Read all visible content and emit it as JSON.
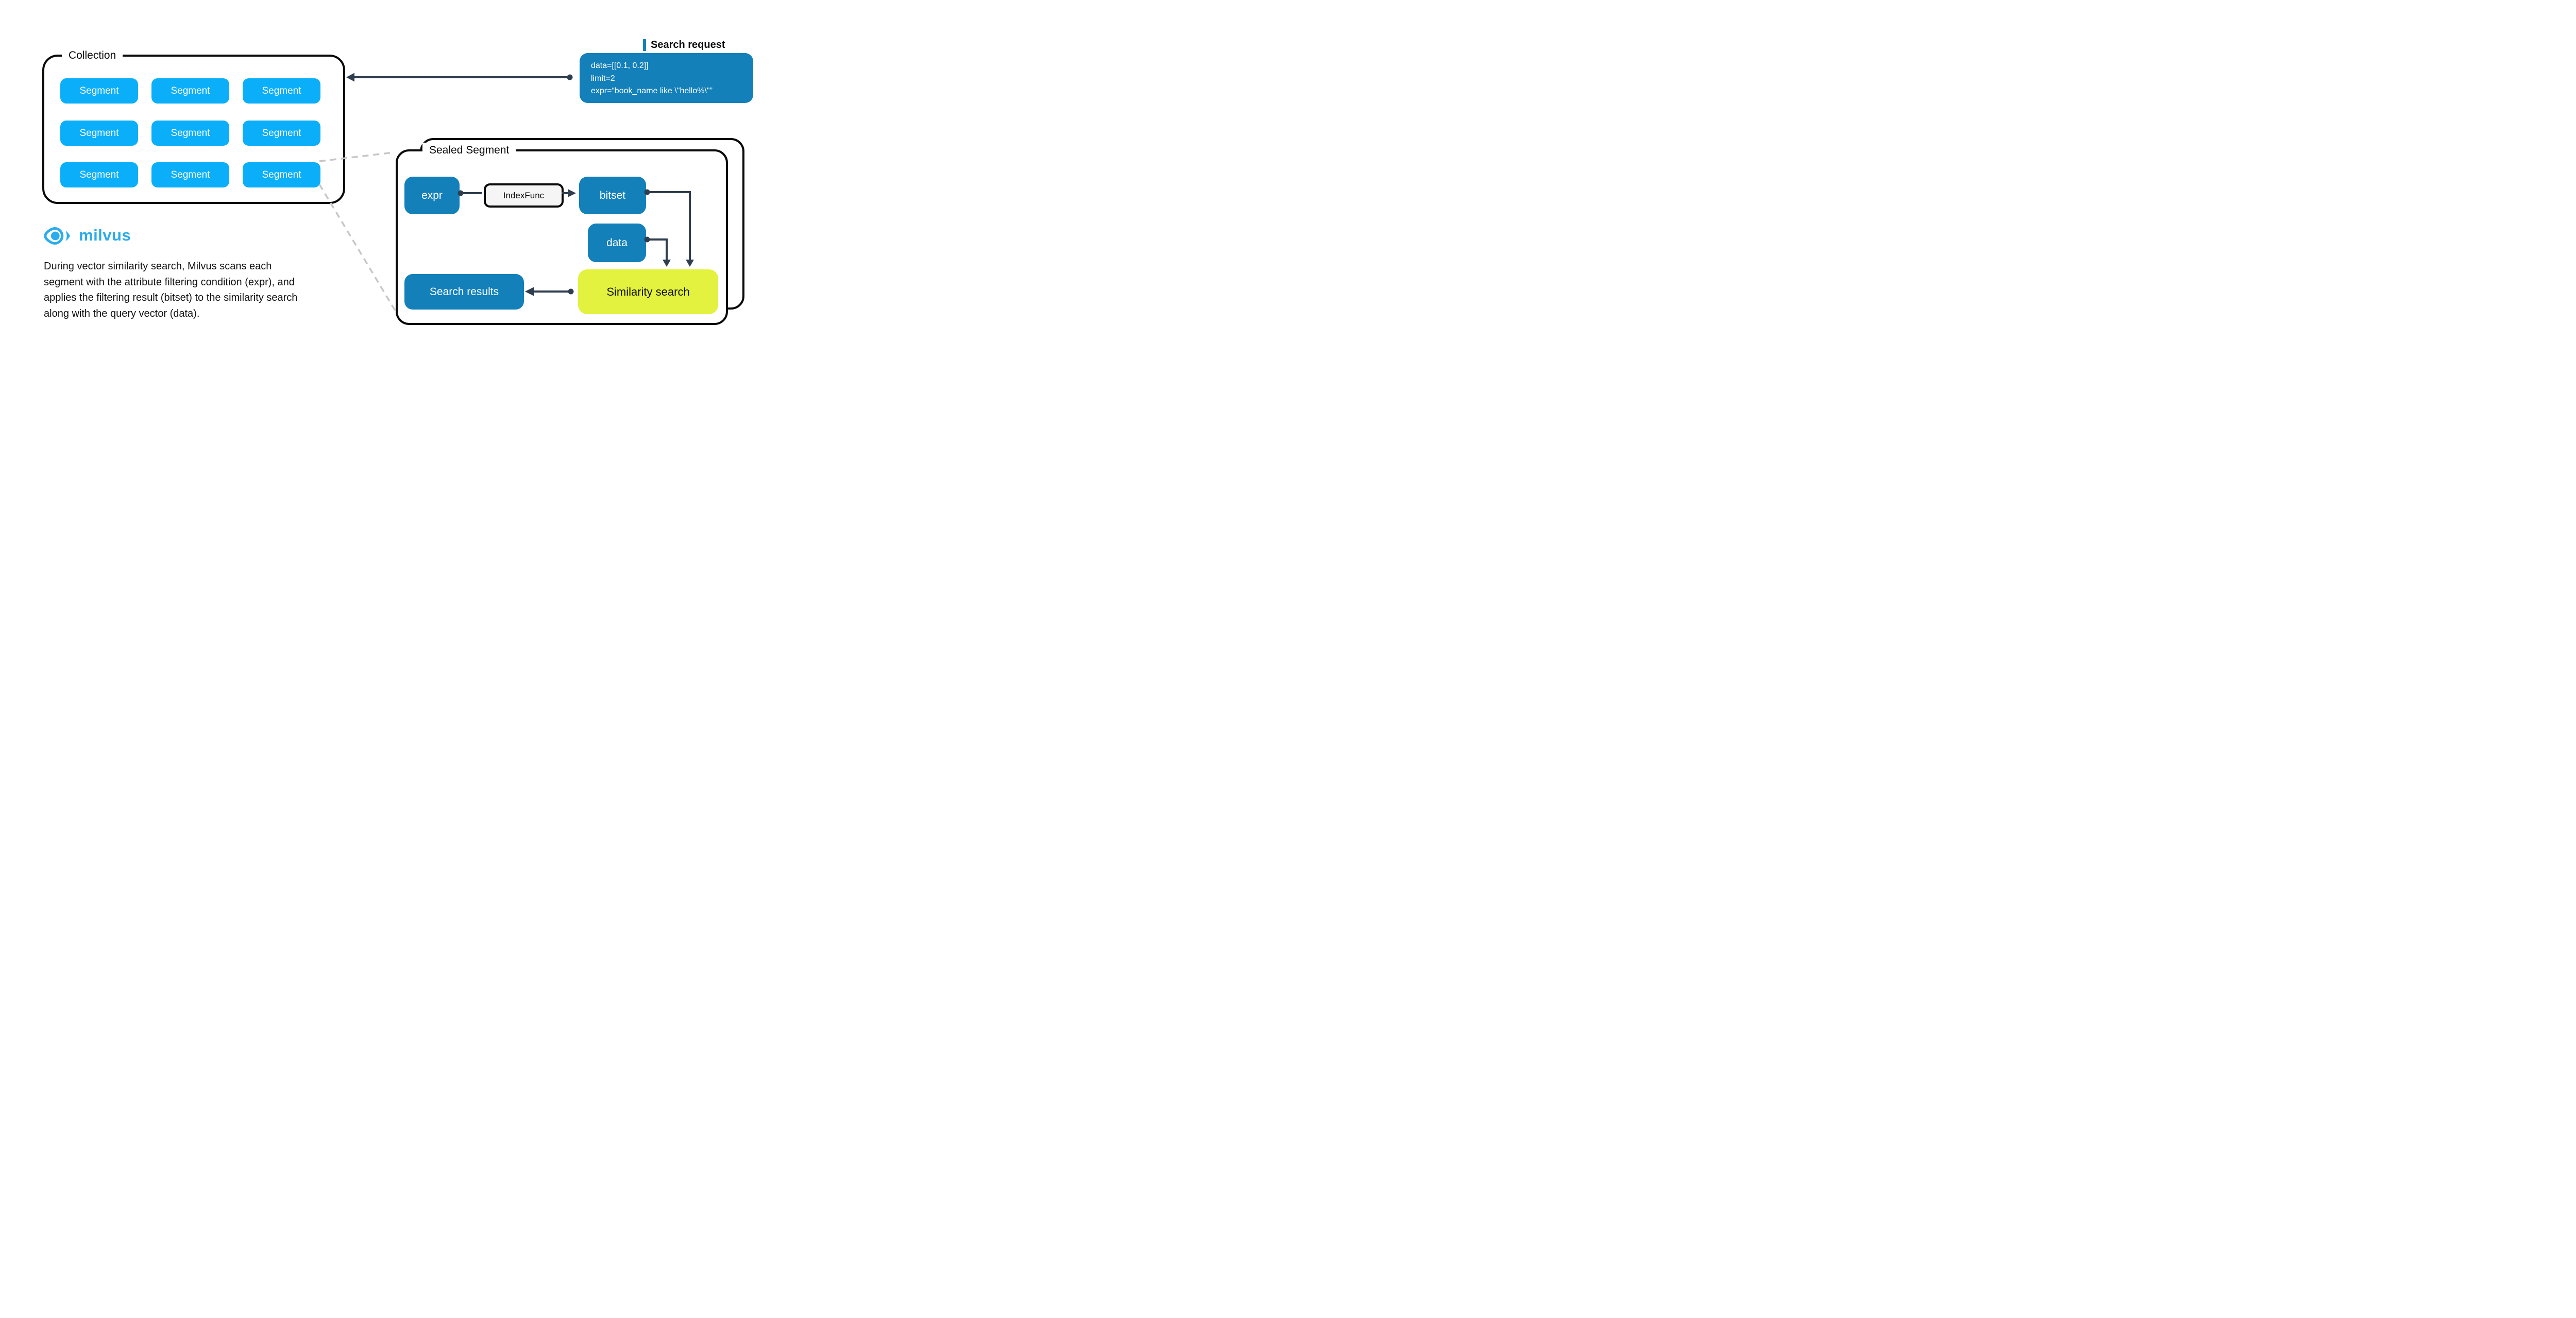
{
  "colors": {
    "ink": "#0a0a0a",
    "segment-cyan": "#0baff9",
    "deep-blue": "#1380ba",
    "chartreuse": "#e2f23e",
    "connector-slate": "#2f3e4f",
    "dashed-gray": "#c7c7c7",
    "logo-blue": "#2bacec",
    "panel-gray": "#f5f5f5",
    "text-ink": "#111111"
  },
  "collection": {
    "label": "Collection",
    "segments": [
      "Segment",
      "Segment",
      "Segment",
      "Segment",
      "Segment",
      "Segment",
      "Segment",
      "Segment",
      "Segment"
    ]
  },
  "search_request": {
    "label": "Search request",
    "code_lines": [
      "data=[[0.1, 0.2]]",
      "limit=2",
      "expr=“book_name like \\\"hello%\\\"”"
    ]
  },
  "sealed_segment": {
    "label": "Sealed Segment",
    "expr_label": "expr",
    "index_func_label": "IndexFunc",
    "bitset_label": "bitset",
    "data_label": "data",
    "search_results_label": "Search results",
    "similarity_search_label": "Similarity search"
  },
  "brand": {
    "name": "milvus"
  },
  "description": {
    "lines": [
      "During vector similarity search, Milvus scans each",
      "segment with the attribute filtering condition (expr), and",
      "applies the filtering result (bitset) to the similarity search",
      "along with the query vector (data)."
    ]
  }
}
